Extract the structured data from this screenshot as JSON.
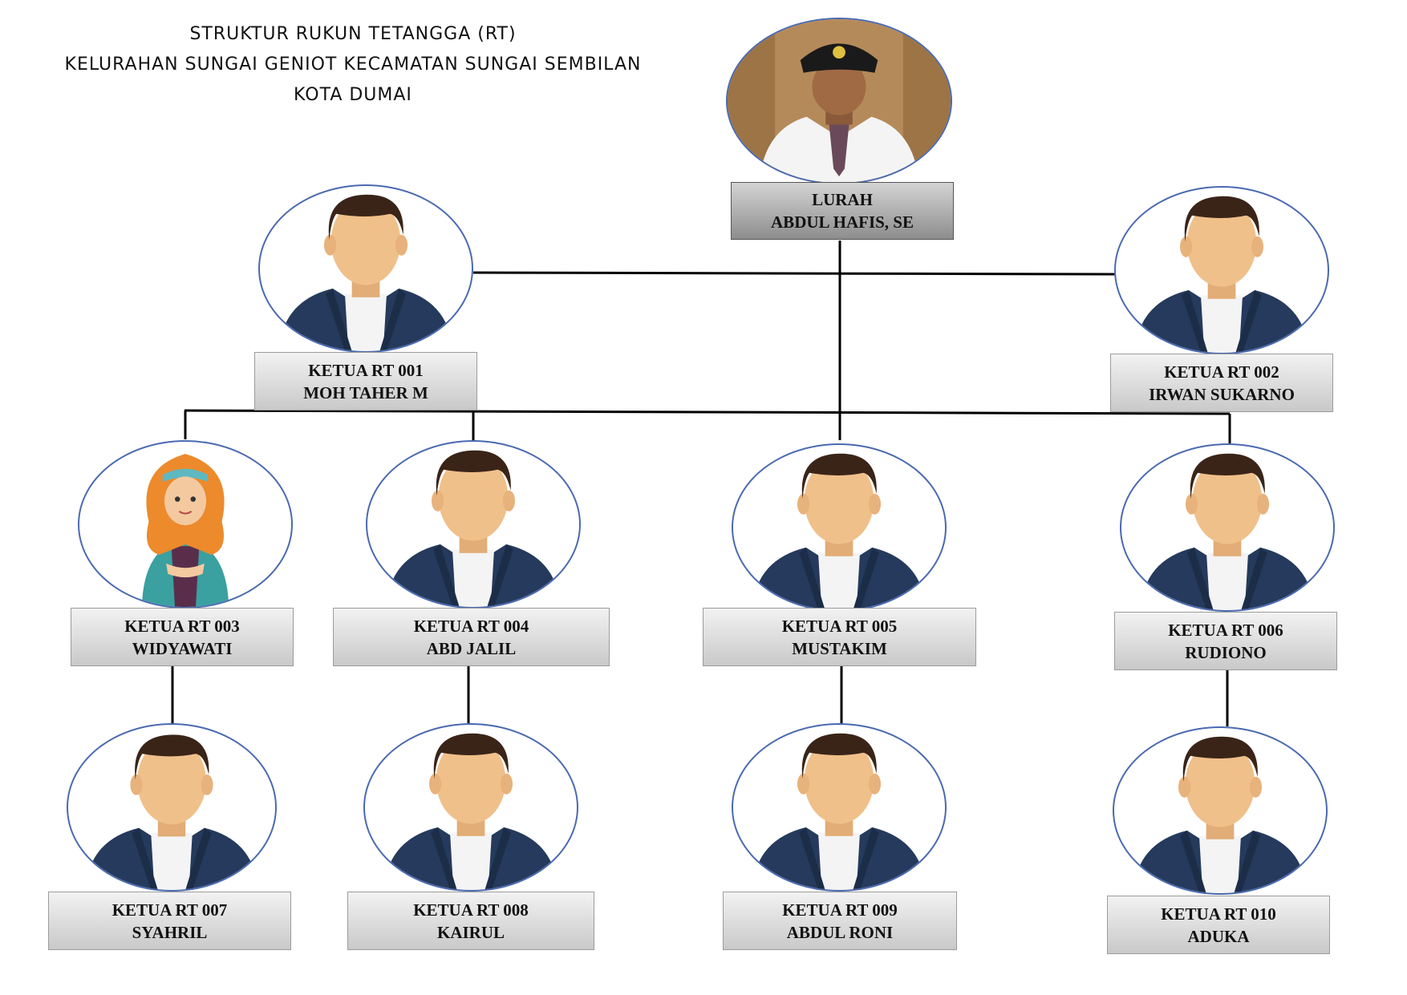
{
  "title": {
    "line1": "STRUKTUR RUKUN TETANGGA (RT)",
    "line2": "KELURAHAN SUNGAI GENIOT KECAMATAN SUNGAI SEMBILAN",
    "line3": "KOTA DUMAI"
  },
  "lurah": {
    "role": "LURAH",
    "name": "ABDUL HAFIS, SE",
    "photo": "official-photo"
  },
  "nodes": {
    "rt001": {
      "role": "KETUA RT 001",
      "name": "MOH TAHER M",
      "avatar": "male-avatar-icon"
    },
    "rt002": {
      "role": "KETUA RT 002",
      "name": "IRWAN SUKARNO",
      "avatar": "male-avatar-icon"
    },
    "rt003": {
      "role": "KETUA RT 003",
      "name": "WIDYAWATI",
      "avatar": "female-hijab-avatar-icon"
    },
    "rt004": {
      "role": "KETUA RT 004",
      "name": "ABD JALIL",
      "avatar": "male-avatar-icon"
    },
    "rt005": {
      "role": "KETUA RT 005",
      "name": "MUSTAKIM",
      "avatar": "male-avatar-icon"
    },
    "rt006": {
      "role": "KETUA RT 006",
      "name": "RUDIONO",
      "avatar": "male-avatar-icon"
    },
    "rt007": {
      "role": "KETUA RT 007",
      "name": "SYAHRIL",
      "avatar": "male-avatar-icon"
    },
    "rt008": {
      "role": "KETUA RT 008",
      "name": "KAIRUL",
      "avatar": "male-avatar-icon"
    },
    "rt009": {
      "role": "KETUA RT 009",
      "name": "ABDUL RONI",
      "avatar": "male-avatar-icon"
    },
    "rt010": {
      "role": "KETUA RT 010",
      "name": "ADUKA",
      "avatar": "male-avatar-icon"
    }
  },
  "colors": {
    "avatar_border": "#4a6ab0",
    "suit": "#253a5c",
    "skin": "#f0c08a",
    "hair": "#3a2418",
    "label_fill": "#d8d8d8"
  }
}
